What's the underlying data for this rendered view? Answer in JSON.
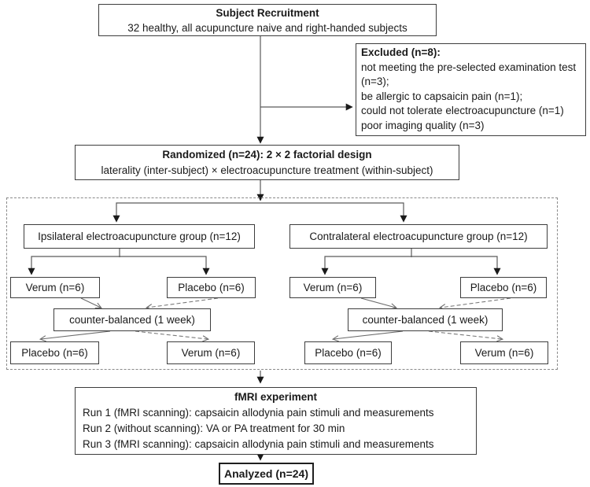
{
  "subject_recruitment": {
    "title": "Subject Recruitment",
    "subtitle": "32 healthy, all acupuncture naive and right-handed subjects"
  },
  "excluded": {
    "title": "Excluded (n=8):",
    "items": [
      "not meeting the pre-selected examination test (n=3);",
      "be allergic to capsaicin pain (n=1);",
      "could not tolerate electroacupuncture (n=1)",
      "poor imaging quality (n=3)"
    ]
  },
  "randomized": {
    "title": "Randomized (n=24): 2 × 2 factorial design",
    "subtitle": "laterality (inter-subject) × electroacupuncture treatment (within-subject)"
  },
  "groups": [
    {
      "label": "Ipsilateral electroacupuncture group (n=12)",
      "top_left": "Verum (n=6)",
      "top_right": "Placebo (n=6)",
      "crossover": "counter-balanced (1 week)",
      "bottom_left": "Placebo (n=6)",
      "bottom_right": "Verum (n=6)"
    },
    {
      "label": "Contralateral electroacupuncture group (n=12)",
      "top_left": "Verum (n=6)",
      "top_right": "Placebo (n=6)",
      "crossover": "counter-balanced (1 week)",
      "bottom_left": "Placebo (n=6)",
      "bottom_right": "Verum (n=6)"
    }
  ],
  "fmri": {
    "title": "fMRI experiment",
    "runs": [
      "Run 1 (fMRI scanning): capsaicin allodynia pain stimuli and measurements",
      "Run 2 (without scanning): VA or PA treatment for 30 min",
      "Run 3 (fMRI scanning): capsaicin allodynia pain stimuli and measurements"
    ]
  },
  "analyzed": {
    "label": "Analyzed (n=24)"
  },
  "colors": {
    "bg": "#ffffff",
    "text": "#1a1a1a",
    "border": "#3d3d3d",
    "line": "#5a5a5a",
    "dash": "#8a8a8a"
  }
}
